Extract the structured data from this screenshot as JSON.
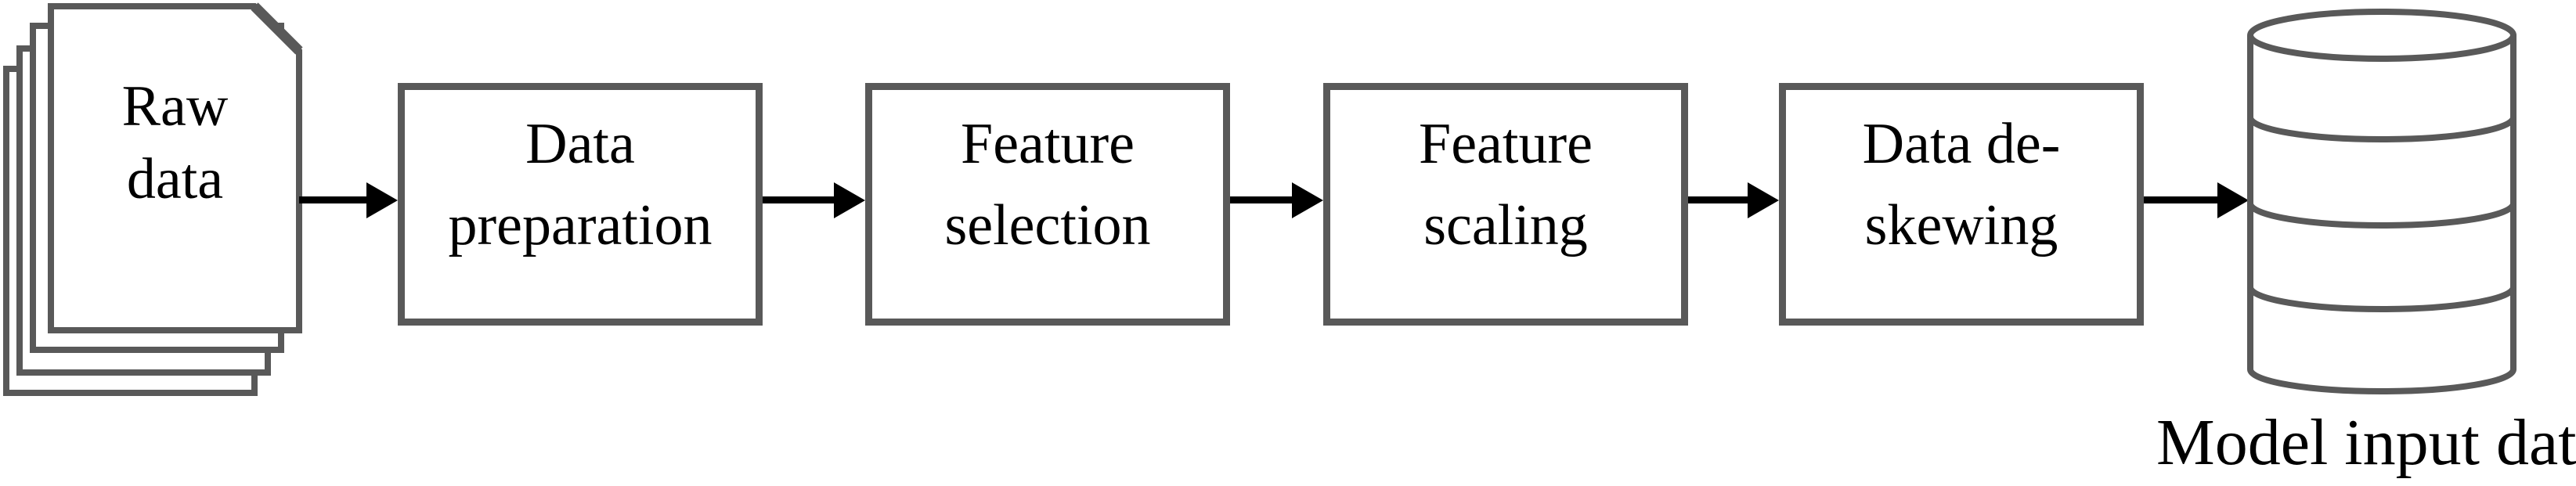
{
  "diagram": {
    "type": "flow-pipeline",
    "source": {
      "icon": "document-stack-icon",
      "lines": [
        "Raw",
        "data"
      ]
    },
    "steps": [
      {
        "lines": [
          "Data",
          "preparation"
        ]
      },
      {
        "lines": [
          "Feature",
          "selection"
        ]
      },
      {
        "lines": [
          "Feature",
          "scaling"
        ]
      },
      {
        "lines": [
          "Data de-",
          "skewing"
        ]
      }
    ],
    "sink": {
      "icon": "database-icon",
      "label": "Model input data"
    },
    "colors": {
      "outline": "#595959",
      "arrow": "#000000",
      "text": "#000000",
      "background": "#ffffff"
    }
  }
}
